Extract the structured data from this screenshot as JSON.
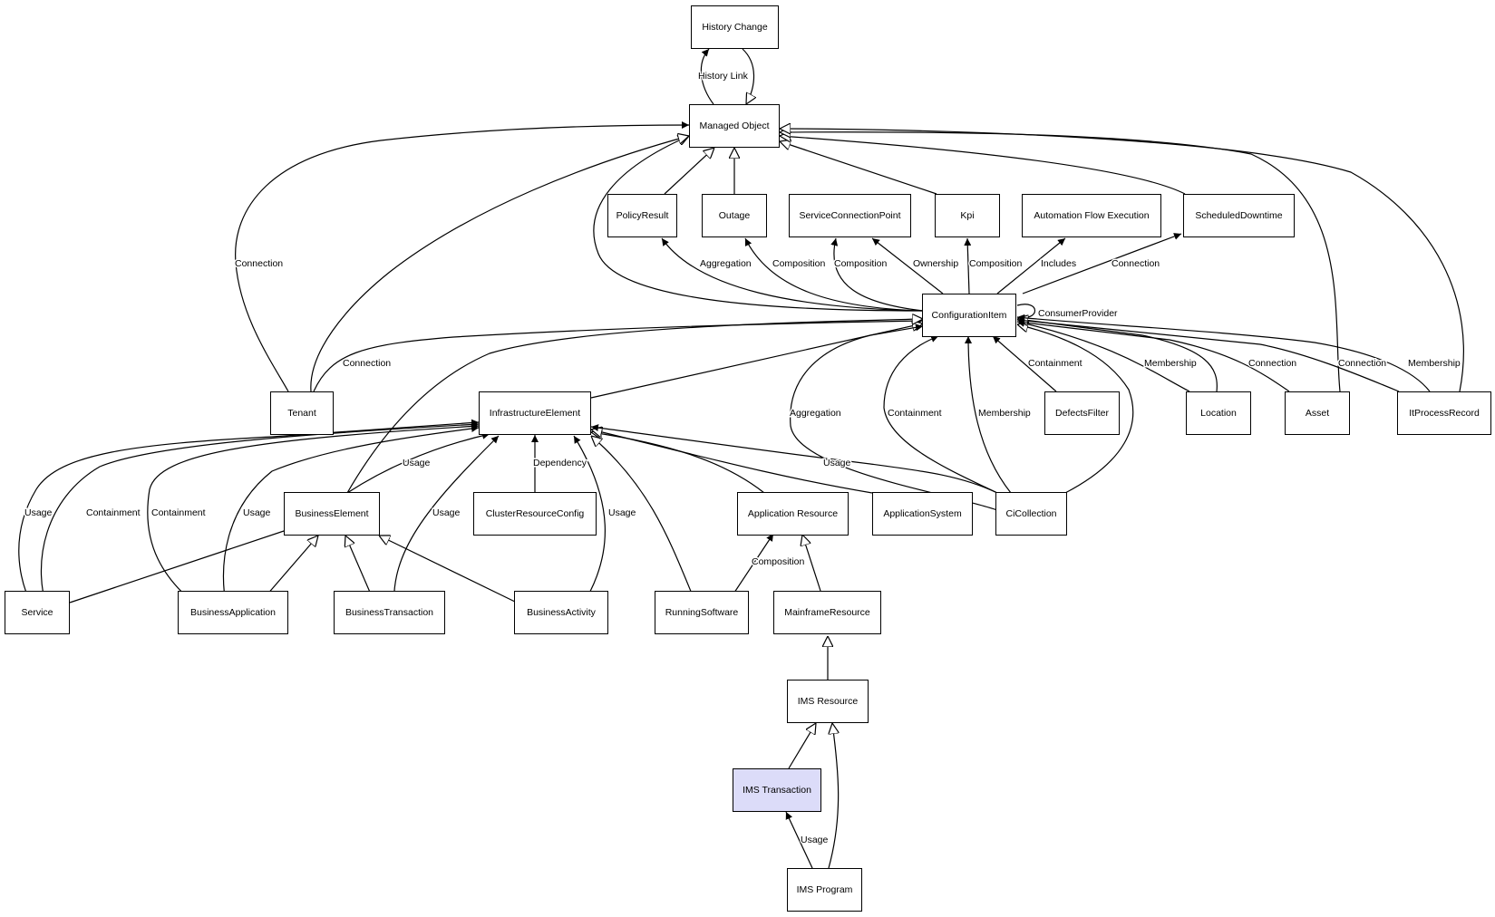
{
  "colors": {
    "highlight": "#dcdcf9",
    "stroke": "#000000"
  },
  "nodes": {
    "history_change": "History Change",
    "managed_object": "Managed Object",
    "policy_result": "PolicyResult",
    "outage": "Outage",
    "service_connection_point": "ServiceConnectionPoint",
    "kpi": "Kpi",
    "automation_flow_execution": "Automation Flow Execution",
    "scheduled_downtime": "ScheduledDowntime",
    "configuration_item": "ConfigurationItem",
    "tenant": "Tenant",
    "infrastructure_element": "InfrastructureElement",
    "defects_filter": "DefectsFilter",
    "location": "Location",
    "asset": "Asset",
    "it_process_record": "ItProcessRecord",
    "business_element": "BusinessElement",
    "cluster_resource_config": "ClusterResourceConfig",
    "application_resource": "Application Resource",
    "application_system": "ApplicationSystem",
    "ci_collection": "CiCollection",
    "service": "Service",
    "business_application": "BusinessApplication",
    "business_transaction": "BusinessTransaction",
    "business_activity": "BusinessActivity",
    "running_software": "RunningSoftware",
    "mainframe_resource": "MainframeResource",
    "ims_resource": "IMS Resource",
    "ims_transaction": "IMS Transaction",
    "ims_program": "IMS Program"
  },
  "edges": {
    "history_link": "History Link",
    "tenant_mo_connection": "Connection",
    "ci_aggregation_policy": "Aggregation",
    "ci_composition_outage": "Composition",
    "ci_composition_scp": "Composition",
    "ci_ownership_scp": "Ownership",
    "ci_composition_kpi": "Composition",
    "ci_includes_afe": "Includes",
    "ci_connection_sd": "Connection",
    "ci_consumer_provider": "ConsumerProvider",
    "tenant_ci_connection": "Connection",
    "ci_collection_aggregation": "Aggregation",
    "ci_collection_containment": "Containment",
    "ci_collection_membership": "Membership",
    "defects_containment": "Containment",
    "location_membership": "Membership",
    "asset_connection": "Connection",
    "itpr_connection": "Connection",
    "itpr_membership": "Membership",
    "be_usage": "Usage",
    "crc_dependency": "Dependency",
    "ci_collection_usage": "Usage",
    "service_usage": "Usage",
    "service_containment": "Containment",
    "ba_containment": "Containment",
    "ba_usage": "Usage",
    "bt_usage": "Usage",
    "bact_usage": "Usage",
    "rs_composition": "Composition",
    "ims_program_usage": "Usage"
  }
}
